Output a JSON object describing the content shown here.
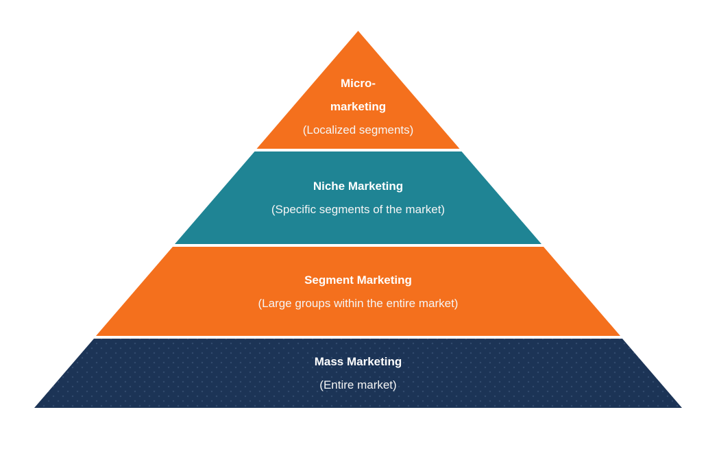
{
  "diagram": {
    "type": "pyramid",
    "levels": [
      {
        "name": "micro-marketing",
        "title_lines": [
          "Micro-",
          "marketing"
        ],
        "subtitle": "(Localized segments)",
        "color": "#F4701D"
      },
      {
        "name": "niche-marketing",
        "title": "Niche Marketing",
        "subtitle": "(Specific segments of the market)",
        "color": "#1F8494"
      },
      {
        "name": "segment-marketing",
        "title": "Segment Marketing",
        "subtitle": "(Large groups within the entire market)",
        "color": "#F4701D"
      },
      {
        "name": "mass-marketing",
        "title": "Mass Marketing",
        "subtitle": "(Entire market)",
        "color": "#1C3456"
      }
    ]
  }
}
